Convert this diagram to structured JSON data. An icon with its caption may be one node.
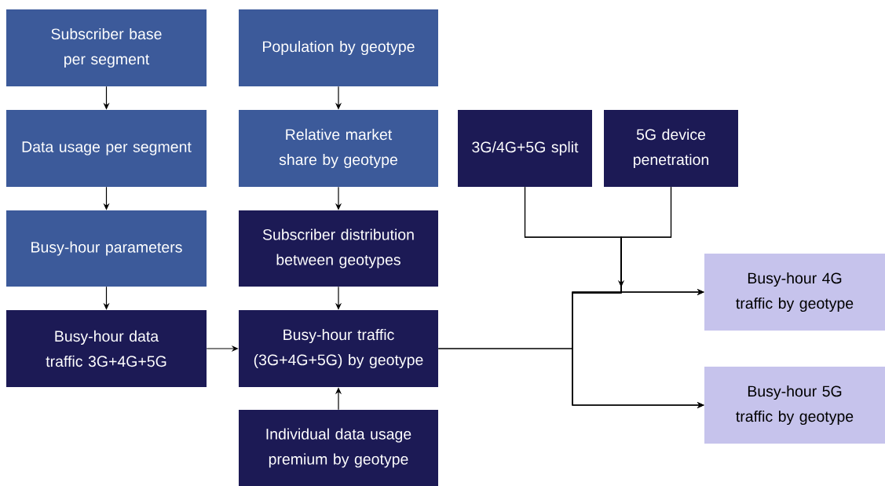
{
  "diagram": {
    "nodes": [
      {
        "text": [
          "Subscriber base per segment"
        ]
      },
      {
        "text": [
          "Data usage per segment"
        ]
      },
      {
        "text": [
          "Busy-hour parameters"
        ]
      },
      {
        "text": [
          "Busy-hour data traffic 3G+4G+5G"
        ]
      },
      {
        "text": [
          "Population by geotype"
        ]
      },
      {
        "text": [
          "Relative market share by geotype"
        ]
      },
      {
        "text": [
          "Subscriber distribution between geotypes"
        ]
      },
      {
        "text": [
          "Busy-hour traffic (3G+4G+5G) by geotype"
        ]
      },
      {
        "text": [
          "Individual data usage premium by geotype"
        ]
      },
      {
        "text": [
          "3G/4G+5G split"
        ]
      },
      {
        "text": [
          "5G device penetration"
        ]
      },
      {
        "text": [
          "Busy-hour 4G traffic by geotype"
        ]
      },
      {
        "text": [
          "Busy-hour 5G traffic by geotype"
        ]
      }
    ],
    "edges": [
      {
        "from": 0,
        "to": 1,
        "arrow": "to"
      },
      {
        "from": 1,
        "to": 2,
        "arrow": "to"
      },
      {
        "from": 2,
        "to": 3,
        "arrow": "to"
      },
      {
        "from": 3,
        "to": 7,
        "arrow": "to"
      },
      {
        "from": 4,
        "to": 5,
        "arrow": "to"
      },
      {
        "from": 5,
        "to": 6,
        "arrow": "to"
      },
      {
        "from": 6,
        "to": 7,
        "arrow": "to"
      },
      {
        "from": 8,
        "to": 7,
        "arrow": "to"
      },
      {
        "from": 7,
        "to": 11,
        "arrow": "to"
      },
      {
        "from": 7,
        "to": 12,
        "arrow": "to"
      },
      {
        "from": 9,
        "to": 11,
        "arrow": "to"
      },
      {
        "from": 9,
        "to": 12,
        "arrow": "to"
      },
      {
        "from": 10,
        "to": 11,
        "arrow": "to"
      },
      {
        "from": 10,
        "to": 12,
        "arrow": "to"
      }
    ]
  }
}
